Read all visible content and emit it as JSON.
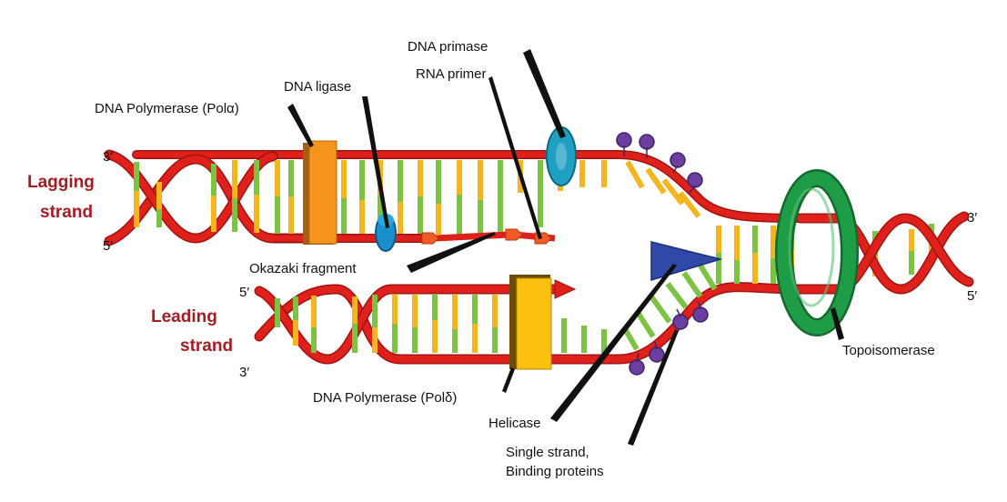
{
  "colors": {
    "backbone": "#e0201b",
    "backbone_dark": "#9e1410",
    "base_yellow": "#f5b51c",
    "base_green": "#7cc243",
    "strand_label": "#a31d22",
    "primase": "#1f9fc1",
    "ligase": "#1a8fc9",
    "pol_alpha": "#f7941d",
    "pol_delta": "#fcc10f",
    "helicase": "#2e49a8",
    "topoisomerase": "#1f9c46",
    "ssb": "#6b3fa0",
    "primer": "#f15a24"
  },
  "labels": {
    "lagging_strand": [
      "Lagging",
      "strand"
    ],
    "leading_strand": [
      "Leading",
      "strand"
    ],
    "lagging_3": "3′",
    "lagging_5": "5′",
    "leading_5": "5′",
    "leading_3": "3′",
    "right_3": "3′",
    "right_5": "5′"
  },
  "callouts": {
    "dna_primase": "DNA primase",
    "rna_primer": "RNA primer",
    "dna_ligase": "DNA ligase",
    "pol_alpha": "DNA Polymerase (Polα)",
    "okazaki": "Okazaki fragment",
    "pol_delta": "DNA Polymerase (Polδ)",
    "helicase": "Helicase",
    "ssb": [
      "Single strand,",
      "Binding proteins"
    ],
    "topoisomerase": "Topoisomerase"
  }
}
